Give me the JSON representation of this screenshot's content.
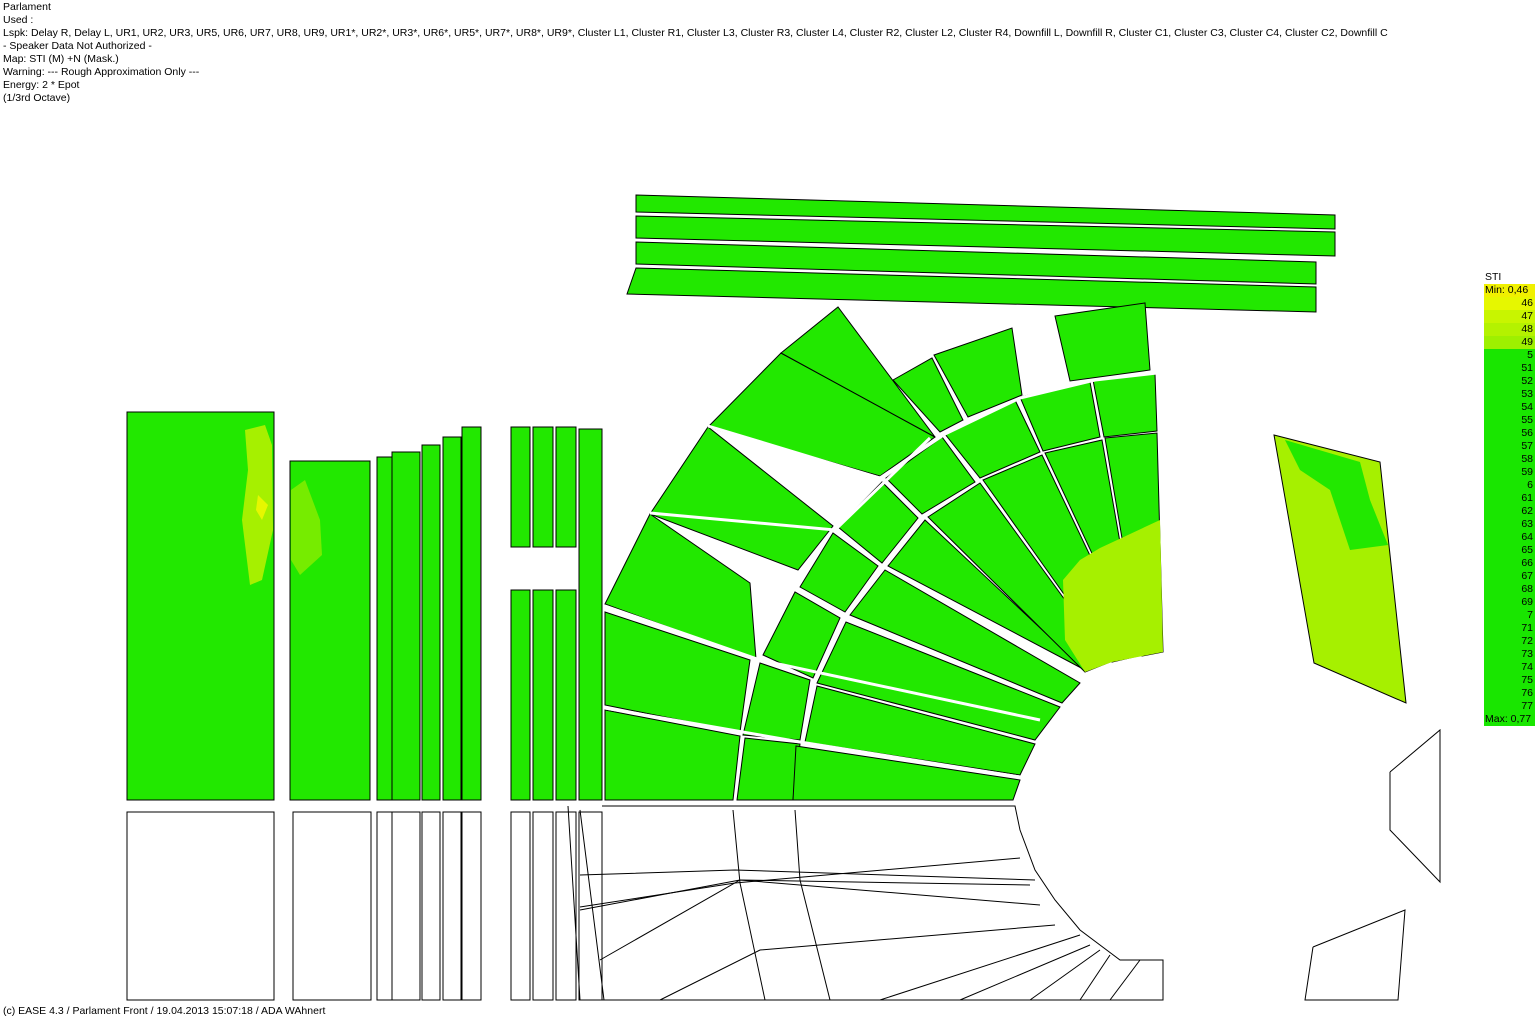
{
  "header": {
    "project": "Parlament",
    "used": "Used :",
    "lspk": "Lspk: Delay R, Delay L, UR1, UR2, UR3, UR5, UR6, UR7, UR8, UR9, UR1*, UR2*, UR3*, UR6*, UR5*, UR7*, UR8*, UR9*, Cluster L1, Cluster R1, Cluster L3, Cluster R3, Cluster L4, Cluster R2, Cluster L2, Cluster R4, Downfill L, Downfill R, Cluster C1, Cluster C3, Cluster C4, Cluster C2, Downfill C",
    "speaker_data": "- Speaker Data Not Authorized -",
    "map": "Map: STI (M) +N (Mask.)",
    "warning": "Warning:   ---  Rough Approximation Only  ---",
    "energy": "Energy: 2 * Epot",
    "octave": "(1/3rd Octave)"
  },
  "footer": "(c) EASE 4.3  / Parlament Front / 19.04.2013 15:07:18 / ADA WAhnert",
  "legend": {
    "title": "STI",
    "min_label": "Min:  0,46",
    "max_label": "Max:  0,77",
    "labels": [
      "46",
      "47",
      "48",
      "49",
      "5",
      "51",
      "52",
      "53",
      "54",
      "55",
      "56",
      "57",
      "58",
      "59",
      "6",
      "61",
      "62",
      "63",
      "64",
      "65",
      "66",
      "67",
      "68",
      "69",
      "7",
      "71",
      "72",
      "73",
      "74",
      "75",
      "76",
      "77"
    ],
    "colors": {
      "min": "#f0f000",
      "46": "#e6f700",
      "47": "#c8f500",
      "48": "#b4f200",
      "49": "#9ef000",
      "rest": "#19e600"
    }
  },
  "colors": {
    "coverage_green": "#22e800",
    "coverage_yellowgreen": "#a6f000",
    "coverage_lime": "#76ec00",
    "outline": "#000000"
  }
}
